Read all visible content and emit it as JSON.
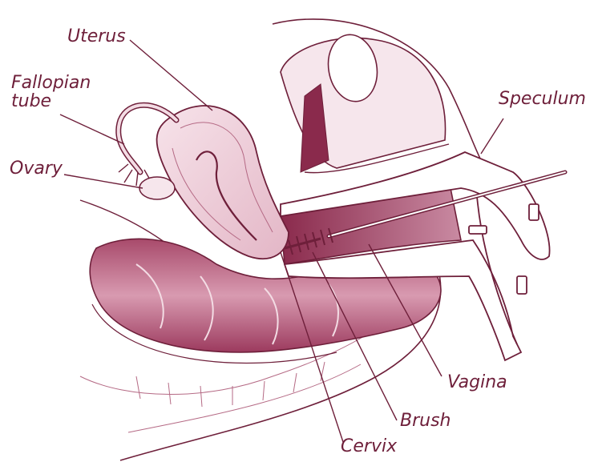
{
  "palette": {
    "ink": "#6e1f3a",
    "dark": "#8a2a4c",
    "mid": "#b56a85",
    "light": "#e9c7d3",
    "pale": "#f6e6ec"
  },
  "labels": {
    "uterus": "Uterus",
    "fallopian_tube": "Fallopian\ntube",
    "ovary": "Ovary",
    "speculum": "Speculum",
    "vagina": "Vagina",
    "brush": "Brush",
    "cervix": "Cervix"
  }
}
